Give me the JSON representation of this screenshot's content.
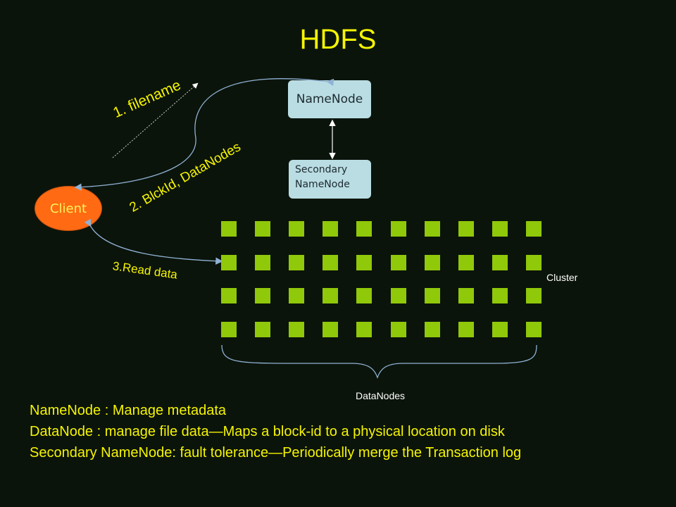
{
  "title": "HDFS",
  "nodes": {
    "namenode": "NameNode",
    "secondary": "Secondary\nNameNode",
    "client": "Client"
  },
  "labels": {
    "filename": "1. filename",
    "blockid": "2. BlckId, DataNodes",
    "read": "3.Read data",
    "cluster": "Cluster",
    "datanodes": "DataNodes"
  },
  "legend": [
    "NameNode : Manage metadata",
    "DataNode  : manage file data—Maps a block-id to a physical location on disk",
    "Secondary NameNode: fault tolerance—Periodically  merge the Transaction log"
  ],
  "cluster": {
    "rows": 4,
    "cols": 10
  },
  "colors": {
    "accent": "#f5f500",
    "datanode": "#90c80a",
    "client": "#ff6a13",
    "box": "#b9dde3"
  }
}
